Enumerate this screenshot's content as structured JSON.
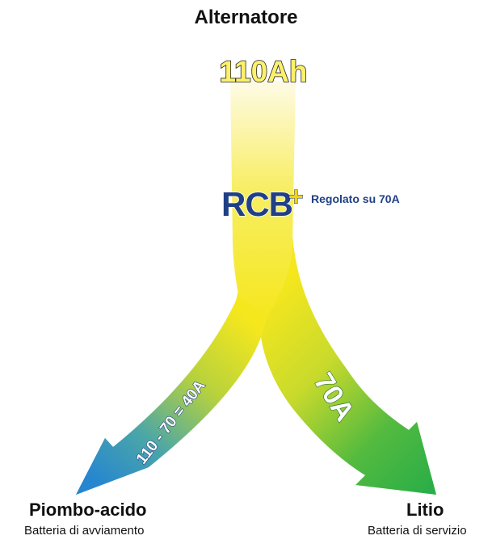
{
  "source": {
    "title": "Alternatore",
    "capacity": "110Ah"
  },
  "regulator": {
    "brand": "RCB",
    "plus": "+",
    "note": "Regolato su 70A"
  },
  "branches": {
    "left": {
      "flow_label": "110 - 70 = 40A",
      "name": "Piombo-acido",
      "subtitle": "Batteria di avviamento"
    },
    "right": {
      "flow_label": "70A",
      "name": "Litio",
      "subtitle": "Batteria di servizio"
    }
  },
  "colors": {
    "yellow": "#f5e71e",
    "pale_yellow": "#fdf8cf",
    "green": "#2fb34a",
    "blue": "#2a86cf",
    "navy": "#1f3f86",
    "plus_yellow": "#f3d21a"
  }
}
